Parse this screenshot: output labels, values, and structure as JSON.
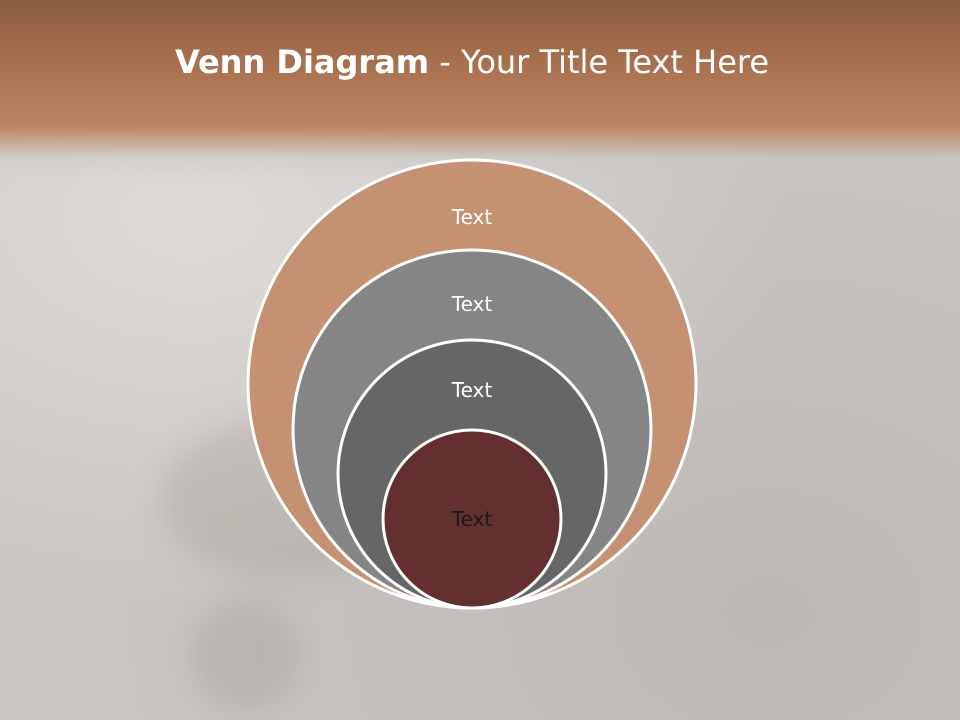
{
  "slide": {
    "title_bold": "Venn Diagram",
    "title_rest": " - Your Title Text Here"
  },
  "colors": {
    "header": "#a8704f",
    "ring_outer": "#c49272",
    "ring_2": "#858585",
    "ring_3": "#666666",
    "ring_inner": "#632f2f",
    "ring_border": "#ffffff",
    "label_light": "#ffffff",
    "label_dark": "#1a1a1a"
  },
  "venn": {
    "rings": [
      {
        "label": "Text"
      },
      {
        "label": "Text"
      },
      {
        "label": "Text"
      },
      {
        "label": "Text"
      }
    ]
  }
}
